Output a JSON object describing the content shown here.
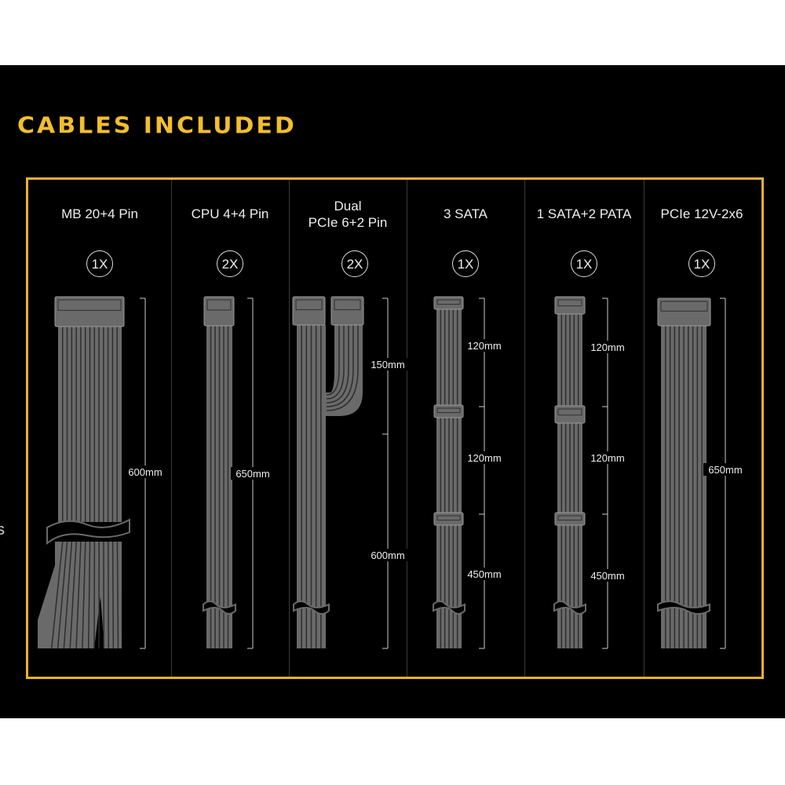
{
  "title": "CABLES INCLUDED",
  "stray_text": "s",
  "colors": {
    "accent": "#f2be2e",
    "cable": "#6a6a6a",
    "background": "#000000"
  },
  "cables": [
    {
      "name": "MB 20+4 Pin",
      "qty": "1X",
      "lengths": [
        "600mm"
      ]
    },
    {
      "name": "CPU 4+4 Pin",
      "qty": "2X",
      "lengths": [
        "650mm"
      ]
    },
    {
      "name_lines": [
        "Dual",
        "PCIe 6+2 Pin"
      ],
      "qty": "2X",
      "lengths": [
        "150mm",
        "600mm"
      ]
    },
    {
      "name": "3 SATA",
      "qty": "1X",
      "lengths": [
        "120mm",
        "120mm",
        "450mm"
      ]
    },
    {
      "name": "1 SATA+2 PATA",
      "qty": "1X",
      "lengths": [
        "120mm",
        "120mm",
        "450mm"
      ]
    },
    {
      "name": "PCIe 12V-2x6",
      "qty": "1X",
      "lengths": [
        "650mm"
      ]
    }
  ]
}
